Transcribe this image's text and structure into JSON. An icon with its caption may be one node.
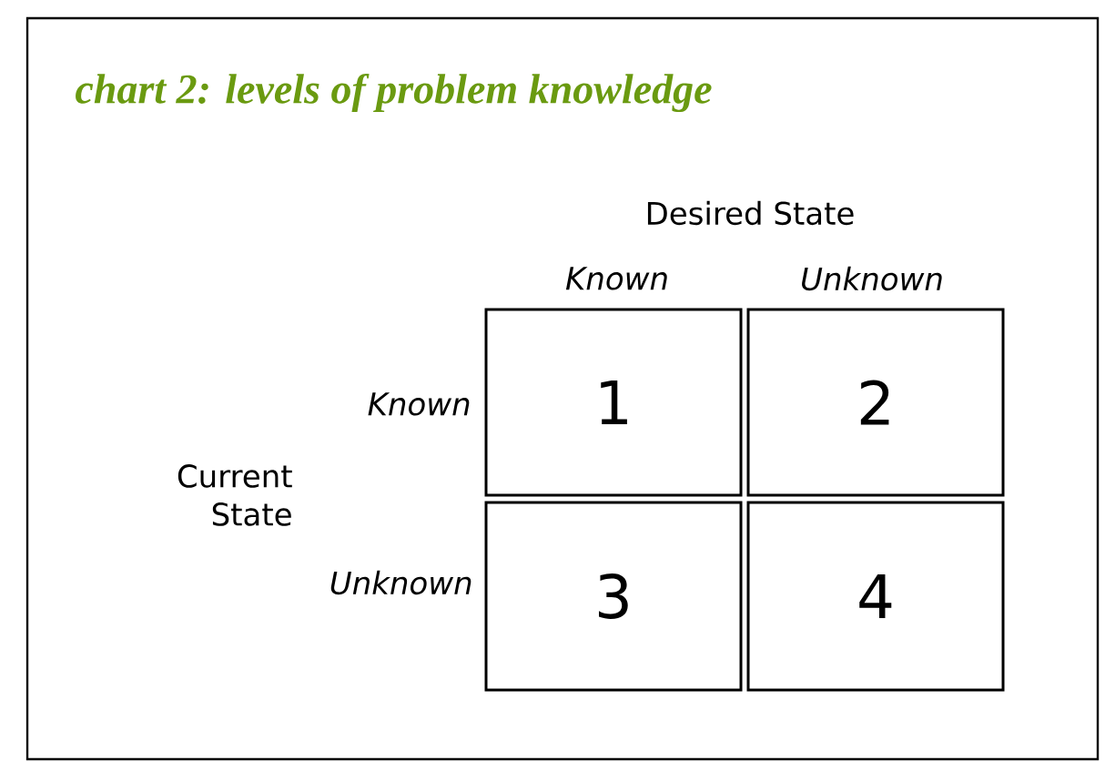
{
  "diagram": {
    "title": "chart 2:  levels of problem knowledge",
    "nodes": [
      {
        "text": [
          "1"
        ]
      },
      {
        "text": [
          "2"
        ]
      },
      {
        "text": [
          "3"
        ]
      },
      {
        "text": [
          "4"
        ]
      }
    ],
    "labels": [
      "Desired State",
      "Known",
      "Unknown",
      "Known",
      "Current State",
      "Unknown"
    ]
  }
}
